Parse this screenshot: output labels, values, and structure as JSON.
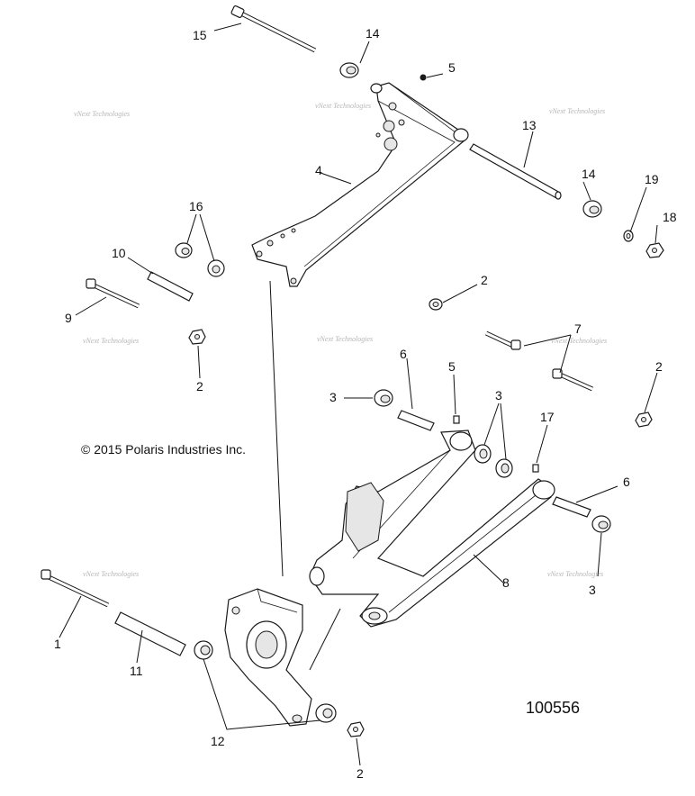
{
  "copyright": "© 2015 Polaris Industries  Inc.",
  "reference_number": "100556",
  "watermark": "vNext Technologies",
  "callouts": {
    "c15": "15",
    "c14a": "14",
    "c5a": "5",
    "c13": "13",
    "c14b": "14",
    "c19": "19",
    "c18": "18",
    "c4": "4",
    "c16": "16",
    "c10": "10",
    "c9": "9",
    "c2a": "2",
    "c2b": "2",
    "c7": "7",
    "c2c": "2",
    "c6a": "6",
    "c5b": "5",
    "c3a": "3",
    "c3b": "3",
    "c17": "17",
    "c6b": "6",
    "c8": "8",
    "c3c": "3",
    "c1": "1",
    "c11": "11",
    "c12": "12",
    "c2d": "2"
  }
}
